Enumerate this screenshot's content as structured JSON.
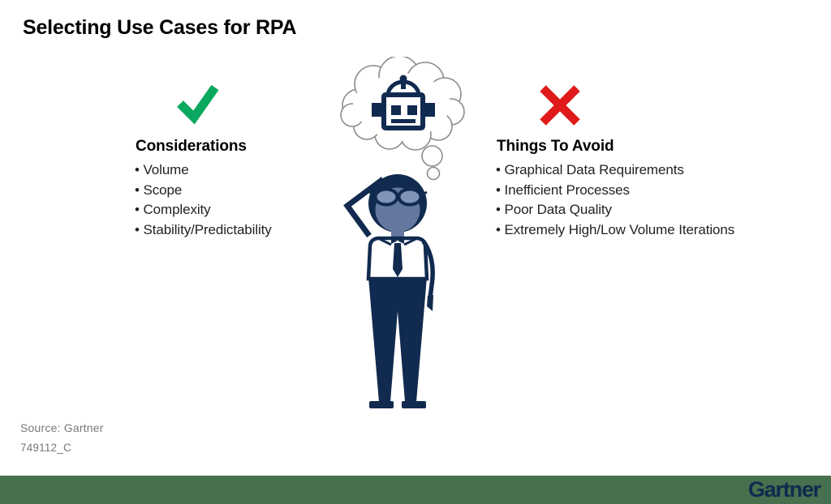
{
  "title": "Selecting Use Cases for RPA",
  "considerations": {
    "heading": "Considerations",
    "items": [
      "Volume",
      "Scope",
      "Complexity",
      "Stability/Predictability"
    ]
  },
  "avoid": {
    "heading": "Things To Avoid",
    "items": [
      "Graphical Data Requirements",
      "Inefficient Processes",
      "Poor Data Quality",
      "Extremely High/Low Volume Iterations"
    ]
  },
  "footer": {
    "source": "Source: Gartner",
    "doc_id": "749112_C",
    "logo": "Gartner"
  },
  "colors": {
    "navy": "#112A4F",
    "green_check": "#0BA85F",
    "red_x": "#E01A1A",
    "face": "#64779F",
    "lens": "#8094B9",
    "bubble_stroke": "#8C8C8C",
    "footer_bar": "#47704E",
    "source_text": "#75787B",
    "heading_text": "#000000",
    "body_text": "#222222"
  }
}
